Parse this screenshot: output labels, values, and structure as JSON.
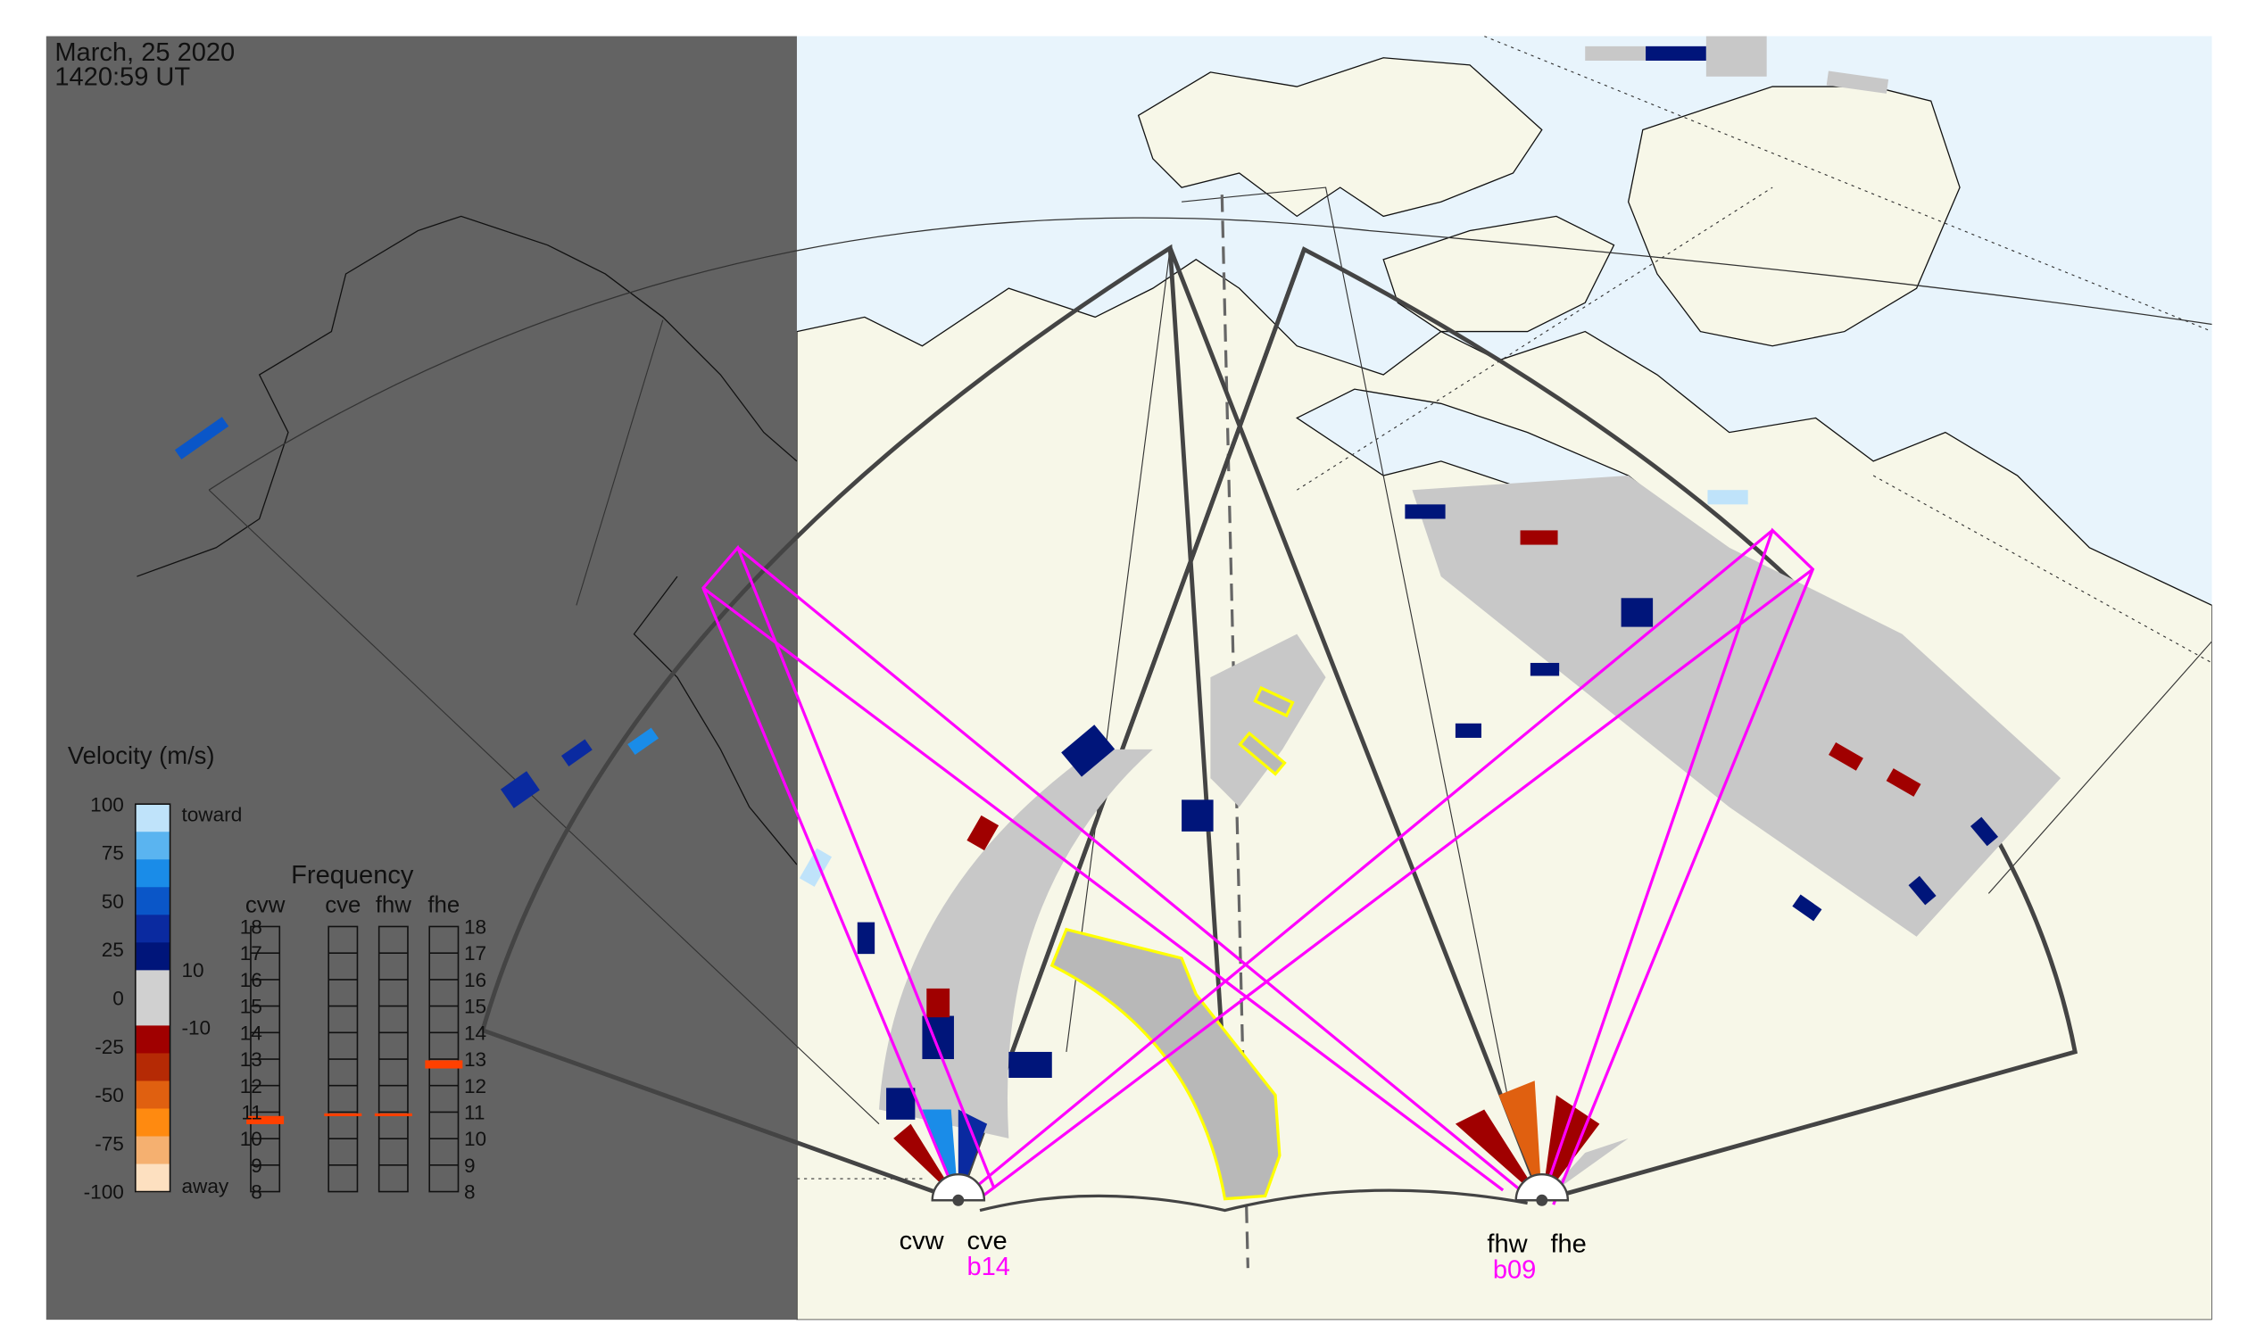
{
  "header": {
    "date": "March, 25 2020",
    "time": "1420:59 UT"
  },
  "velocity_legend": {
    "title": "Velocity (m/s)",
    "ticks": [
      "100",
      "75",
      "50",
      "25",
      "0",
      "-25",
      "-50",
      "-75",
      "-100"
    ],
    "toward_label": "toward",
    "away_label": "away",
    "ground_scatter_upper": "10",
    "ground_scatter_lower": "-10",
    "colors": [
      "#bfe3fa",
      "#5ab4f0",
      "#1a8ce8",
      "#0a56c8",
      "#0a2aa0",
      "#00157a",
      "#d0d0d0",
      "#d0d0d0",
      "#a00000",
      "#b52a05",
      "#e06010",
      "#ff8a10",
      "#f5b070",
      "#fde0c0"
    ]
  },
  "frequency_panel": {
    "title": "Frequency",
    "radars": [
      "cvw",
      "cve",
      "fhw",
      "fhe"
    ],
    "ticks": [
      "18",
      "17",
      "16",
      "15",
      "14",
      "13",
      "12",
      "11",
      "10",
      "9",
      "8"
    ],
    "range_mhz": [
      8,
      18
    ],
    "values_mhz": {
      "cvw": [
        10.6,
        10.8
      ],
      "cve": [
        10.9,
        10.9
      ],
      "fhw": [
        10.9,
        10.9
      ],
      "fhe": [
        12.7,
        12.9
      ]
    },
    "marker_color": "#ff4000"
  },
  "radars": {
    "west_site": {
      "left": "cvw",
      "right": "cve",
      "beam": "b14"
    },
    "east_site": {
      "left": "fhw",
      "right": "fhe",
      "beam": "b09"
    }
  },
  "colors": {
    "panel_dark": "#636363",
    "ocean": "#e8f4fc",
    "land": "#f7f7e8",
    "beam": "#ff00ff",
    "highlight": "#ffff00",
    "ground_scatter": "#c8c8c8"
  }
}
